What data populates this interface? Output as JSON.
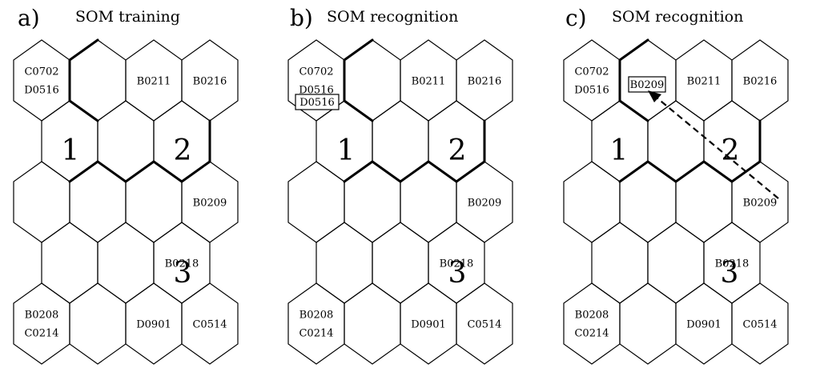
{
  "panels": [
    {
      "letter": "a)",
      "title": "SOM training",
      "cells": {
        "0-0": [
          "C0702",
          "D0516"
        ],
        "0-2": [
          "B0211"
        ],
        "0-3": [
          "B0216"
        ],
        "2-3": [
          "B0209"
        ],
        "3-2": [
          "B0218"
        ],
        "4-0": [
          "B0208",
          "C0214"
        ],
        "4-2": [
          "D0901"
        ],
        "4-3": [
          "C0514"
        ]
      },
      "clusters": [
        "1",
        "2",
        "3"
      ]
    },
    {
      "letter": "b)",
      "title": "SOM recognition",
      "cells": {
        "0-0": [
          "C0702",
          "D0516"
        ],
        "0-2": [
          "B0211"
        ],
        "0-3": [
          "B0216"
        ],
        "2-3": [
          "B0209"
        ],
        "3-2": [
          "B0218"
        ],
        "4-0": [
          "B0208",
          "C0214"
        ],
        "4-2": [
          "D0901"
        ],
        "4-3": [
          "C0514"
        ]
      },
      "boxed_label": "D0516",
      "clusters": [
        "1",
        "2",
        "3"
      ]
    },
    {
      "letter": "c)",
      "title": "SOM recognition",
      "cells": {
        "0-0": [
          "C0702",
          "D0516"
        ],
        "0-2": [
          "B0211"
        ],
        "0-3": [
          "B0216"
        ],
        "2-3": [
          "B0209"
        ],
        "3-2": [
          "B0218"
        ],
        "4-0": [
          "B0208",
          "C0214"
        ],
        "4-2": [
          "D0901"
        ],
        "4-3": [
          "C0514"
        ]
      },
      "boxed_label": "B0209",
      "clusters": [
        "1",
        "2",
        "3"
      ]
    }
  ]
}
